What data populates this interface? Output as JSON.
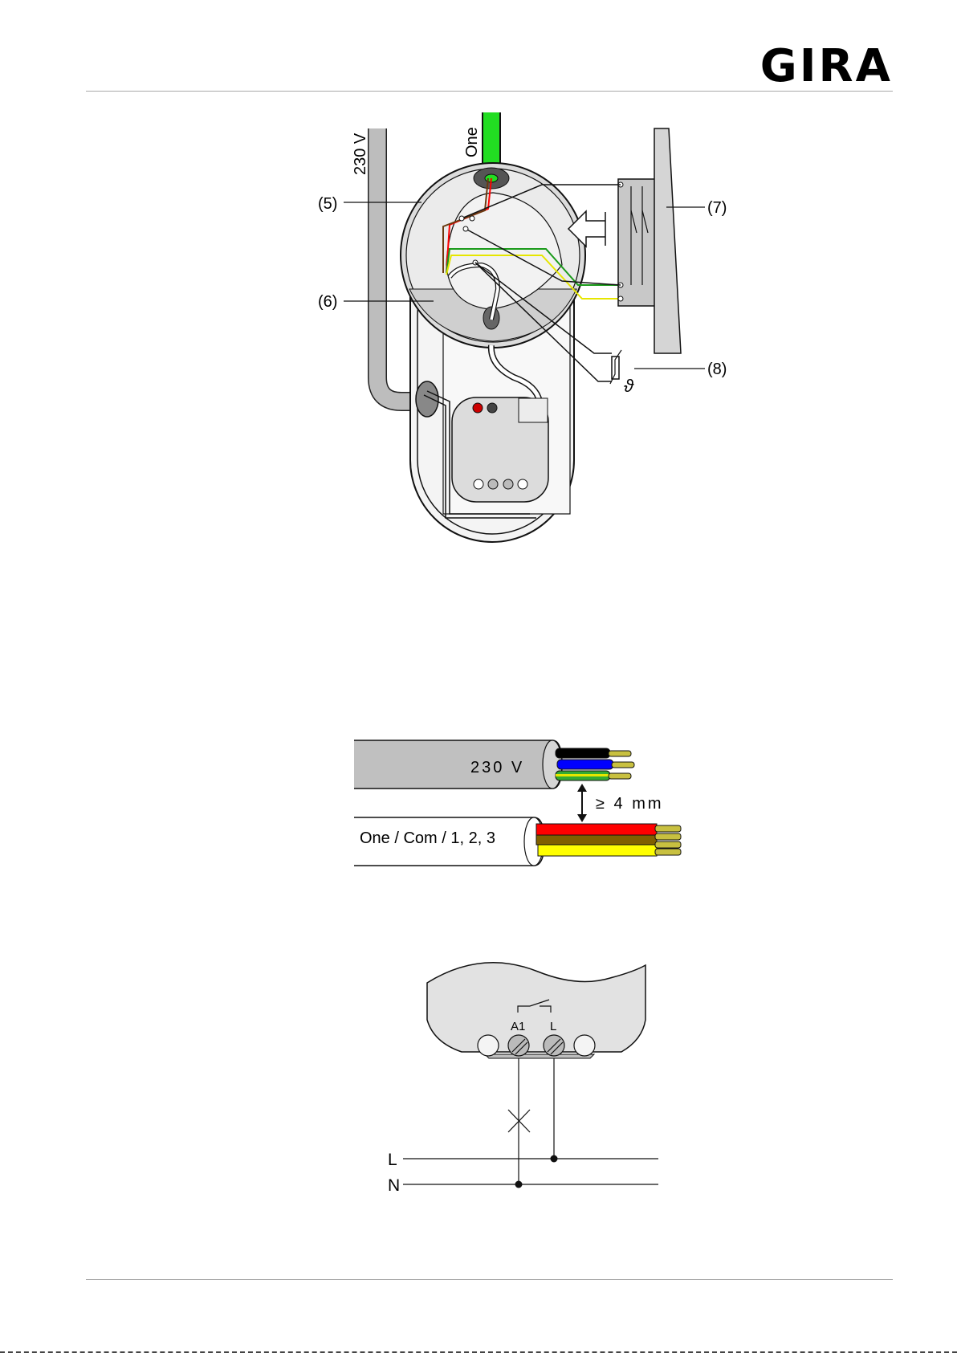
{
  "header": {
    "brand": "GIRA",
    "brand_color": "#000000"
  },
  "figure_mounting": {
    "cable_230v_label": "230 V",
    "cable_one_label": "One",
    "callouts": [
      "(5)",
      "(6)",
      "(7)",
      "(8)"
    ],
    "sensor_symbol": "ϑ",
    "cable_color_green": "#22dd22"
  },
  "figure_cables": {
    "cable_230v_label": "230 V",
    "cable_one_label": "One / Com / 1, 2, 3",
    "spacing_label": "≥ 4 mm",
    "conductor_colors": {
      "black": "#000000",
      "blue": "#0000ff",
      "green_yellow": "#33aa33",
      "red": "#ff0000",
      "brown": "#806000",
      "yellow": "#ffff00"
    }
  },
  "figure_wiring": {
    "terminal_a1": "A1",
    "terminal_l": "L",
    "line_l": "L",
    "line_n": "N"
  }
}
